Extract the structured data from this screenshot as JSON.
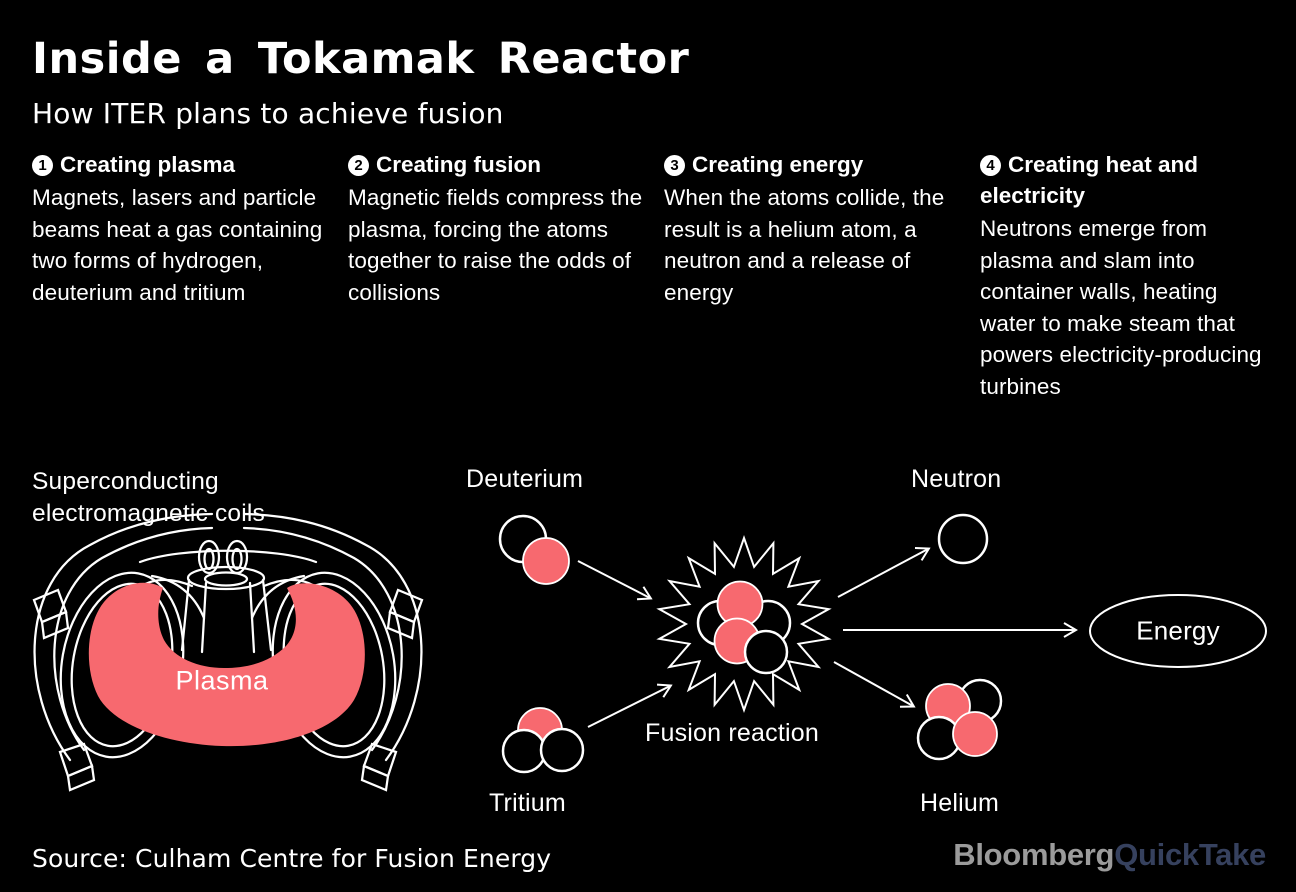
{
  "header": {
    "title": "Inside a Tokamak Reactor",
    "subtitle": "How ITER plans to achieve fusion"
  },
  "steps": [
    {
      "number": "1",
      "title": "Creating plasma",
      "body": "Magnets, lasers and particle beams heat a gas containing two forms of hydrogen, deuterium and tritium"
    },
    {
      "number": "2",
      "title": "Creating fusion",
      "body": "Magnetic fields compress the plasma, forcing the atoms together to raise the odds of collisions"
    },
    {
      "number": "3",
      "title": "Creating energy",
      "body": "When the atoms collide, the result is a helium atom, a neutron and a release of energy"
    },
    {
      "number": "4",
      "title": "Creating heat and electricity",
      "body": "Neutrons emerge from plasma and slam into container walls, heating water to make steam that powers electricity-producing turbines"
    }
  ],
  "diagram": {
    "coils_label": "Superconducting\nelectromagnetic coils",
    "plasma_label": "Plasma",
    "deuterium_label": "Deuterium",
    "tritium_label": "Tritium",
    "fusion_label": "Fusion reaction",
    "neutron_label": "Neutron",
    "helium_label": "Helium",
    "energy_label": "Energy"
  },
  "footer": {
    "source": "Source: Culham Centre for Fusion Energy",
    "brand": "Bloomberg",
    "brand_suffix": "QuickTake"
  },
  "colors": {
    "background": "#000000",
    "text": "#ffffff",
    "accent_pink": "#F7696F",
    "brand_gray": "#9b9b9b",
    "brand_navy": "#36415E"
  }
}
